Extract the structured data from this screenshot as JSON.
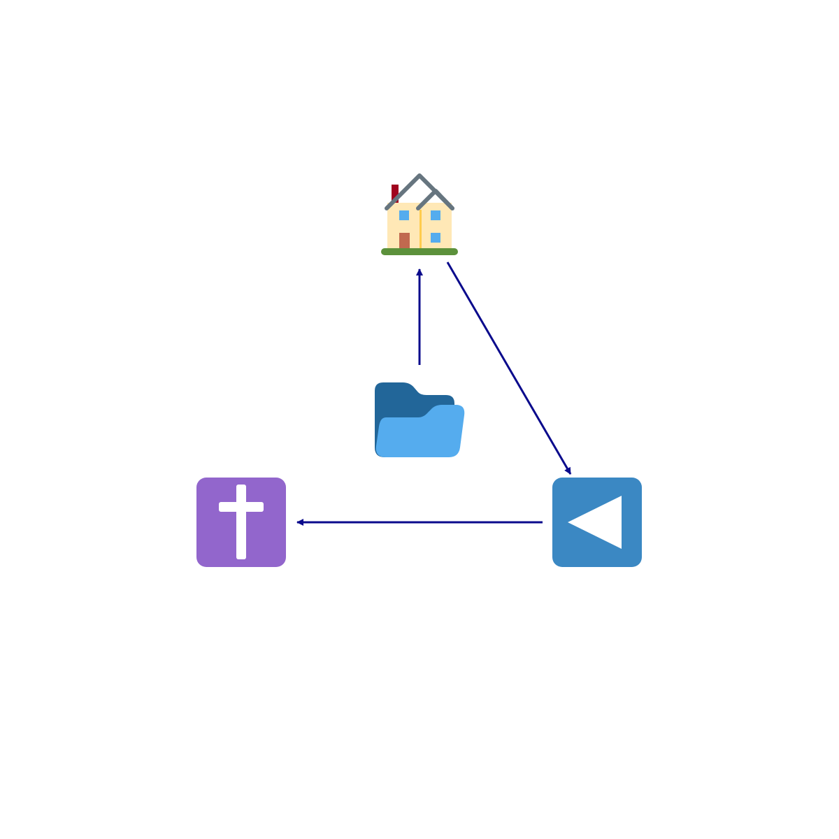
{
  "diagram": {
    "background": "#ffffff",
    "edge_color": "#0a0a8c",
    "nodes": [
      {
        "id": "house",
        "icon": "house-icon",
        "colors": {
          "wall": "#ffe8b6",
          "roof": "#66757f",
          "window": "#55acee",
          "door": "#c1694f",
          "chimney": "#a0041e",
          "grass": "#5c913b",
          "trim": "#ffcc4d"
        }
      },
      {
        "id": "folder",
        "icon": "open-folder-icon",
        "colors": {
          "back": "#226699",
          "front": "#55acee"
        }
      },
      {
        "id": "play-reverse",
        "icon": "reverse-play-button-icon",
        "colors": {
          "tile": "#3b88c3",
          "glyph": "#ffffff"
        }
      },
      {
        "id": "cross",
        "icon": "latin-cross-icon",
        "colors": {
          "tile": "#9266cc",
          "glyph": "#ffffff"
        }
      }
    ],
    "edges": [
      {
        "from": "folder",
        "to": "house"
      },
      {
        "from": "house",
        "to": "play-reverse"
      },
      {
        "from": "play-reverse",
        "to": "cross"
      }
    ]
  }
}
